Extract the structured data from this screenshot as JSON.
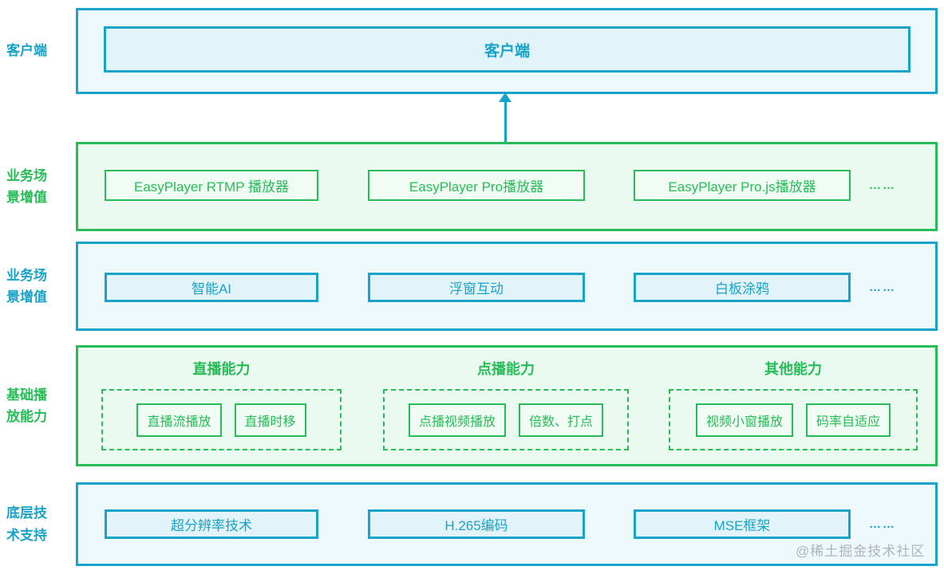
{
  "colors": {
    "blue_accent": "#18a3c8",
    "blue_band_fill": "#eef9fd",
    "blue_item_fill": "#e2f4fa",
    "green_accent": "#26bd56",
    "green_band_fill": "#eafaf0",
    "green_item_fill": "#f1fcf5",
    "watermark_gray": "#a9adb2"
  },
  "arrow": {
    "direction": "up"
  },
  "watermark": "@稀土掘金技术社区",
  "layers": [
    {
      "id": "client",
      "label": "客户端",
      "color": "blue",
      "items": [
        "客户端"
      ]
    },
    {
      "id": "player-products",
      "label": "业务场景增值",
      "color": "green",
      "items": [
        "EasyPlayer RTMP 播放器",
        "EasyPlayer Pro播放器",
        "EasyPlayer Pro.js播放器"
      ],
      "more": "……"
    },
    {
      "id": "value-added-scenes",
      "label": "业务场景增值",
      "color": "blue",
      "items": [
        "智能AI",
        "浮窗互动",
        "白板涂鸦"
      ],
      "more": "……"
    },
    {
      "id": "basic-playback",
      "label": "基础播放能力",
      "color": "green",
      "groups": [
        {
          "title": "直播能力",
          "items": [
            "直播流播放",
            "直播时移"
          ]
        },
        {
          "title": "点播能力",
          "items": [
            "点播视频播放",
            "倍数、打点"
          ]
        },
        {
          "title": "其他能力",
          "items": [
            "视频小窗播放",
            "码率自适应"
          ]
        }
      ]
    },
    {
      "id": "underlying-tech",
      "label": "底层技术支持",
      "color": "blue",
      "items": [
        "超分辨率技术",
        "H.265编码",
        "MSE框架"
      ],
      "more": "……"
    }
  ]
}
